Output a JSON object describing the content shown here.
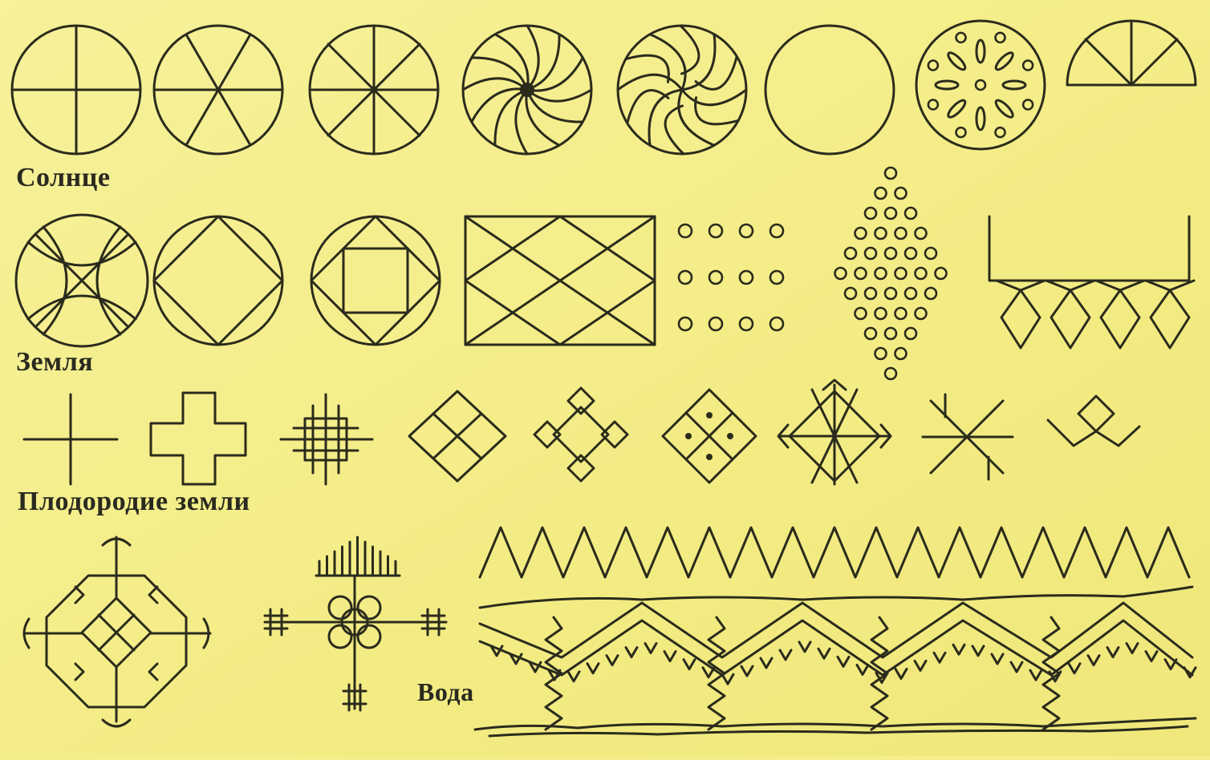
{
  "labels": {
    "sun": "Солнце",
    "earth": "Земля",
    "fertility": "Плодородие земли",
    "water": "Вода"
  },
  "colors": {
    "paper": "#f3ed8a",
    "ink": "#2b2b1c"
  }
}
